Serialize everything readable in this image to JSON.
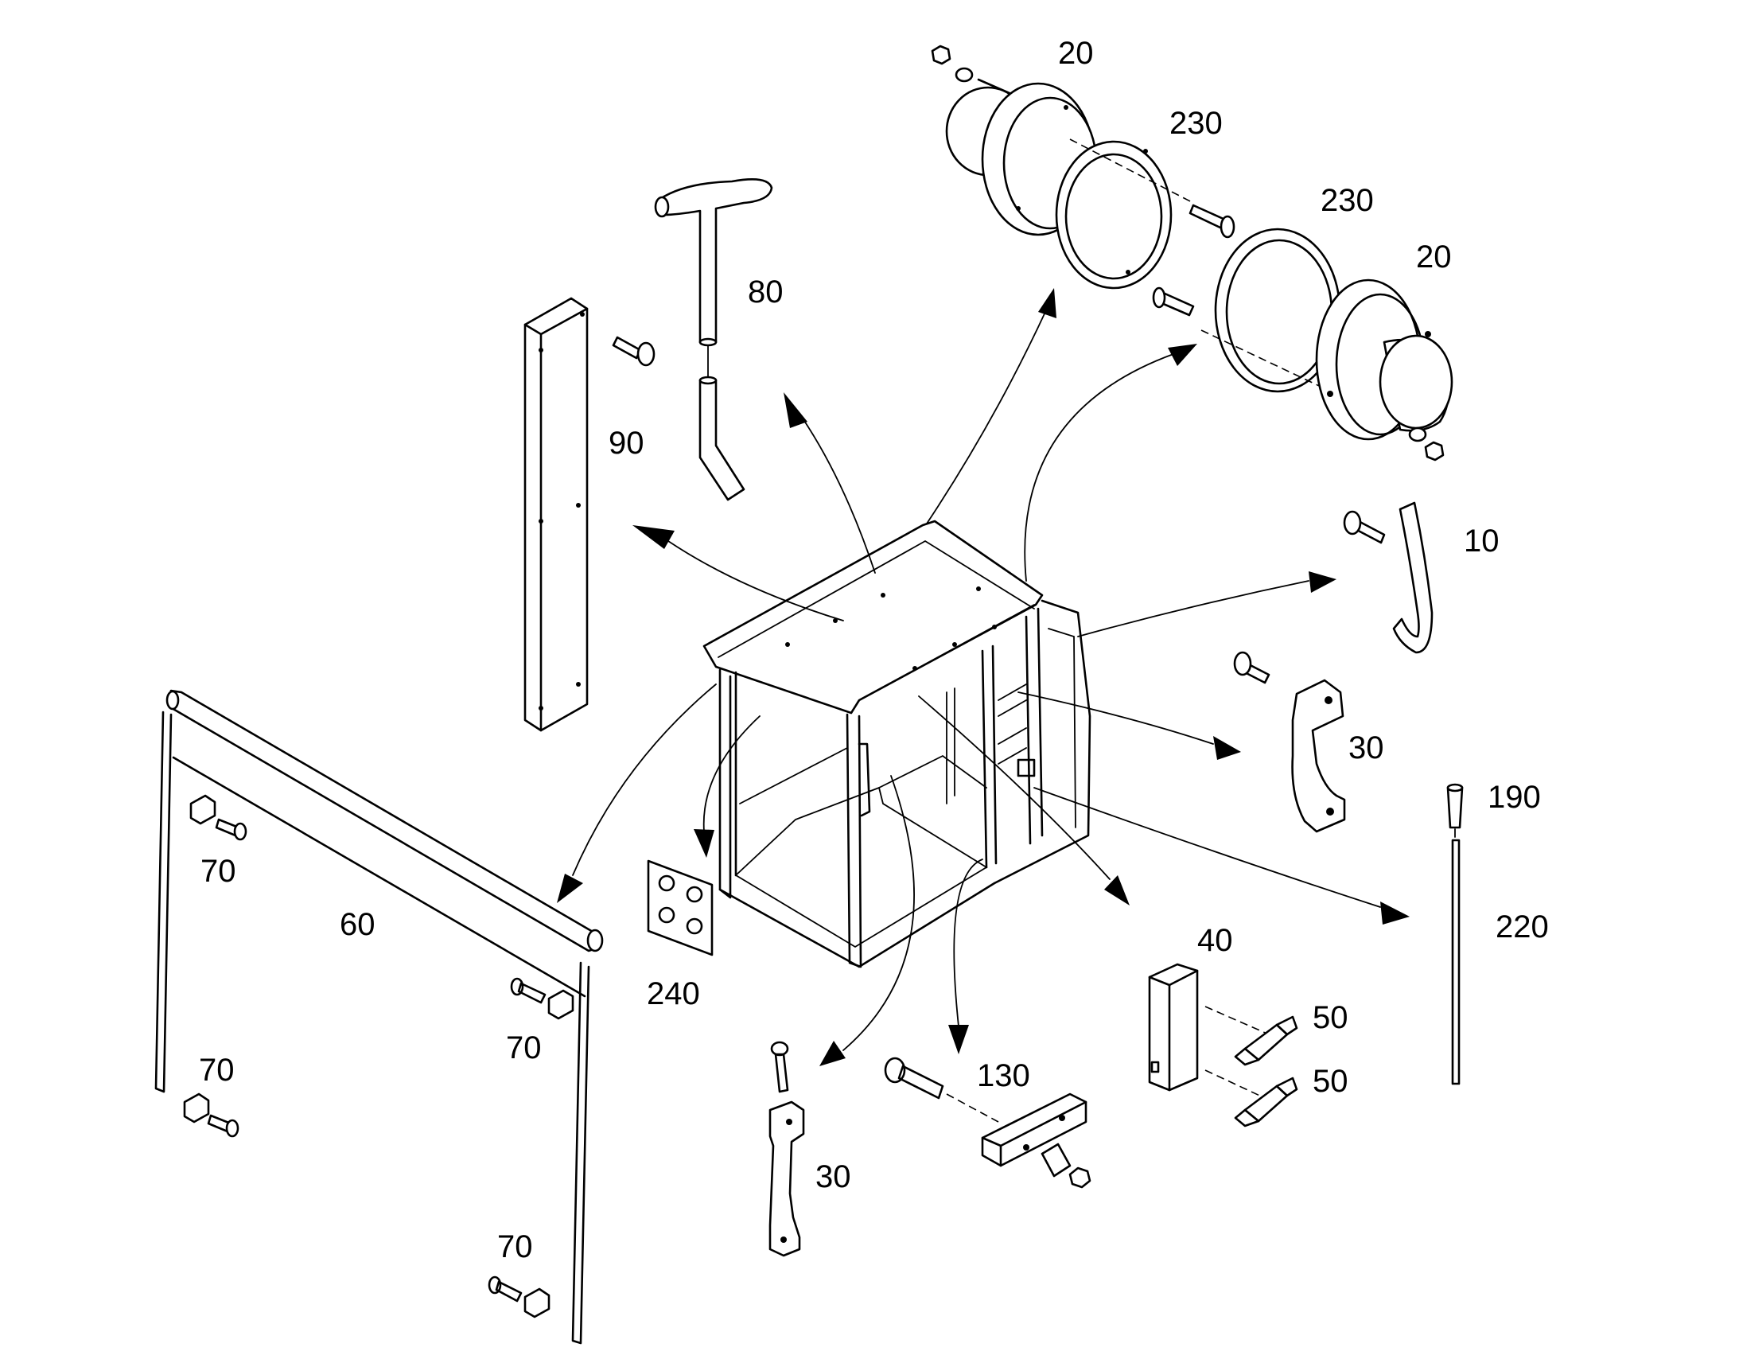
{
  "labels": {
    "p20_top": "20",
    "p230_top": "230",
    "p230_right": "230",
    "p20_right": "20",
    "p80": "80",
    "p90": "90",
    "p10": "10",
    "p30_right": "30",
    "p190": "190",
    "p220": "220",
    "p40": "40",
    "p50_a": "50",
    "p50_b": "50",
    "p130": "130",
    "p30_bottom": "30",
    "p240": "240",
    "p60": "60",
    "p70_a": "70",
    "p70_b": "70",
    "p70_c": "70",
    "p70_d": "70"
  }
}
